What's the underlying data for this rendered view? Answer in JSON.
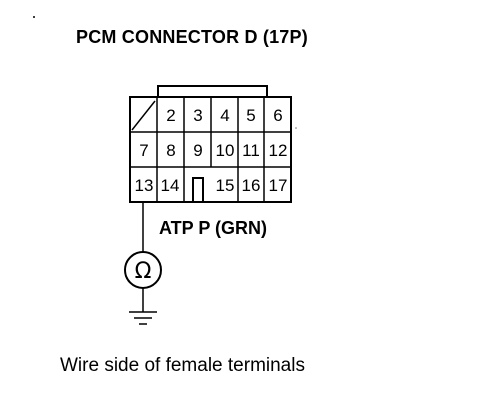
{
  "title": "PCM CONNECTOR D (17P)",
  "caption": "Wire side of female terminals",
  "wire_label": "ATP P (GRN)",
  "meter_symbol": "Ω",
  "terminals": {
    "row1": [
      "2",
      "3",
      "4",
      "5",
      "6"
    ],
    "row2": [
      "7",
      "8",
      "9",
      "10",
      "11",
      "12"
    ],
    "row3": [
      "13",
      "14",
      "15",
      "16",
      "17"
    ]
  },
  "probe_terminal": "13",
  "ground_symbol": "ground-icon"
}
